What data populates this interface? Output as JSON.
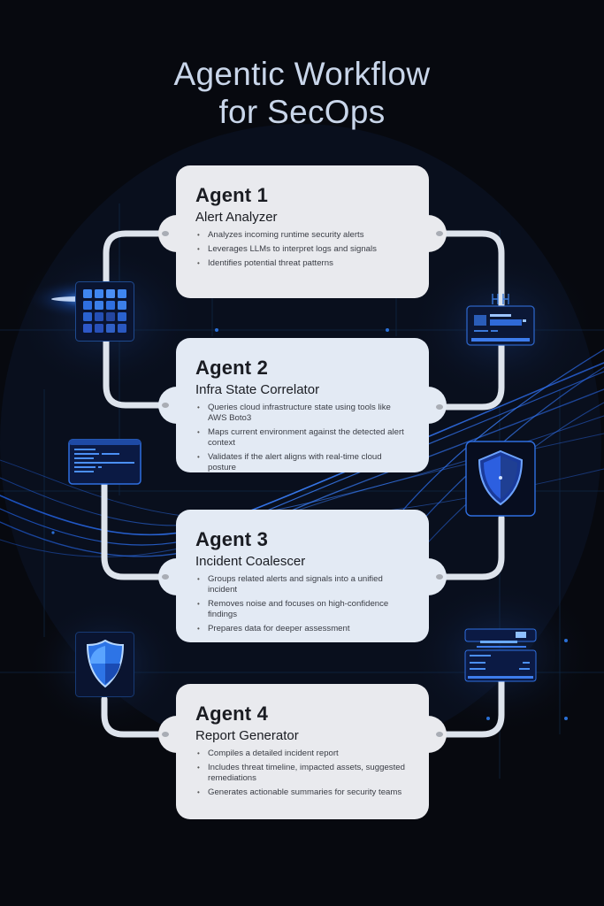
{
  "title": {
    "line1": "Agentic Workflow",
    "line2": "for SecOps"
  },
  "agents": [
    {
      "number": "Agent 1",
      "role": "Alert Analyzer",
      "bullets": [
        "Analyzes incoming runtime security alerts",
        "Leverages LLMs to interpret logs and signals",
        "Identifies potential threat patterns"
      ]
    },
    {
      "number": "Agent 2",
      "role": "Infra State Correlator",
      "bullets": [
        "Queries cloud infrastructure state using tools like AWS Boto3",
        "Maps current environment against the detected alert context",
        "Validates if the alert aligns with real-time cloud posture"
      ]
    },
    {
      "number": "Agent 3",
      "role": "Incident Coalescer",
      "bullets": [
        "Groups related alerts and signals into a unified incident",
        "Removes noise and focuses on high-confidence findings",
        "Prepares data for deeper assessment"
      ]
    },
    {
      "number": "Agent 4",
      "role": "Report Generator",
      "bullets": [
        "Compiles a detailed incident report",
        "Includes threat timeline, impacted assets, suggested remediations",
        "Generates actionable summaries for security teams"
      ]
    }
  ],
  "icons": [
    {
      "name": "app-grid-icon",
      "side": "left",
      "between": "agent-1-2"
    },
    {
      "name": "server-dashboard-icon",
      "side": "right",
      "between": "agent-1-2"
    },
    {
      "name": "code-window-icon",
      "side": "left",
      "between": "agent-2-3"
    },
    {
      "name": "shield-icon",
      "side": "right",
      "between": "agent-2-3"
    },
    {
      "name": "shield-icon",
      "side": "left",
      "between": "agent-3-4"
    },
    {
      "name": "report-panel-icon",
      "side": "right",
      "between": "agent-3-4"
    }
  ],
  "colors": {
    "background": "#07090f",
    "title": "#c9d6ea",
    "card": "#e9eaee",
    "card_tint": "#e3eaf4",
    "connector": "#dfe4ee",
    "accent_blue": "#2f6fe0"
  }
}
